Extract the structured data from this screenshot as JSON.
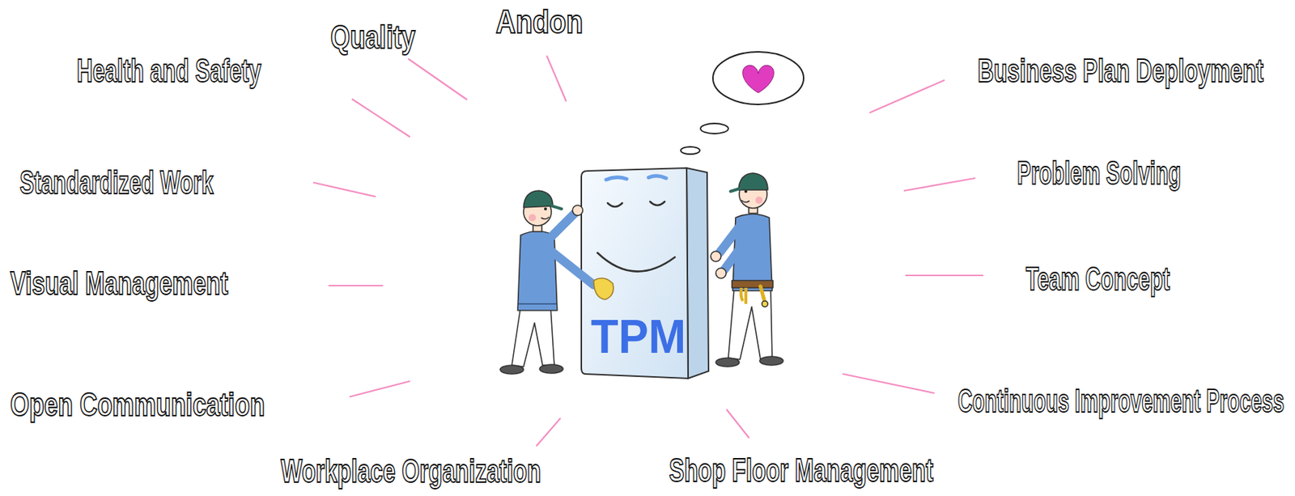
{
  "diagram": {
    "nodes": [
      {
        "text": [
          "TPM"
        ]
      }
    ],
    "labels": [
      "Quality",
      "Andon",
      "Health and Safety",
      "Business Plan Deployment",
      "Problem Solving",
      "Standardized Work",
      "Visual Management",
      "Team Concept",
      "Open Communication",
      "Continuous Improvement Process",
      "Workplace Organization",
      "Shop Floor Management"
    ]
  }
}
